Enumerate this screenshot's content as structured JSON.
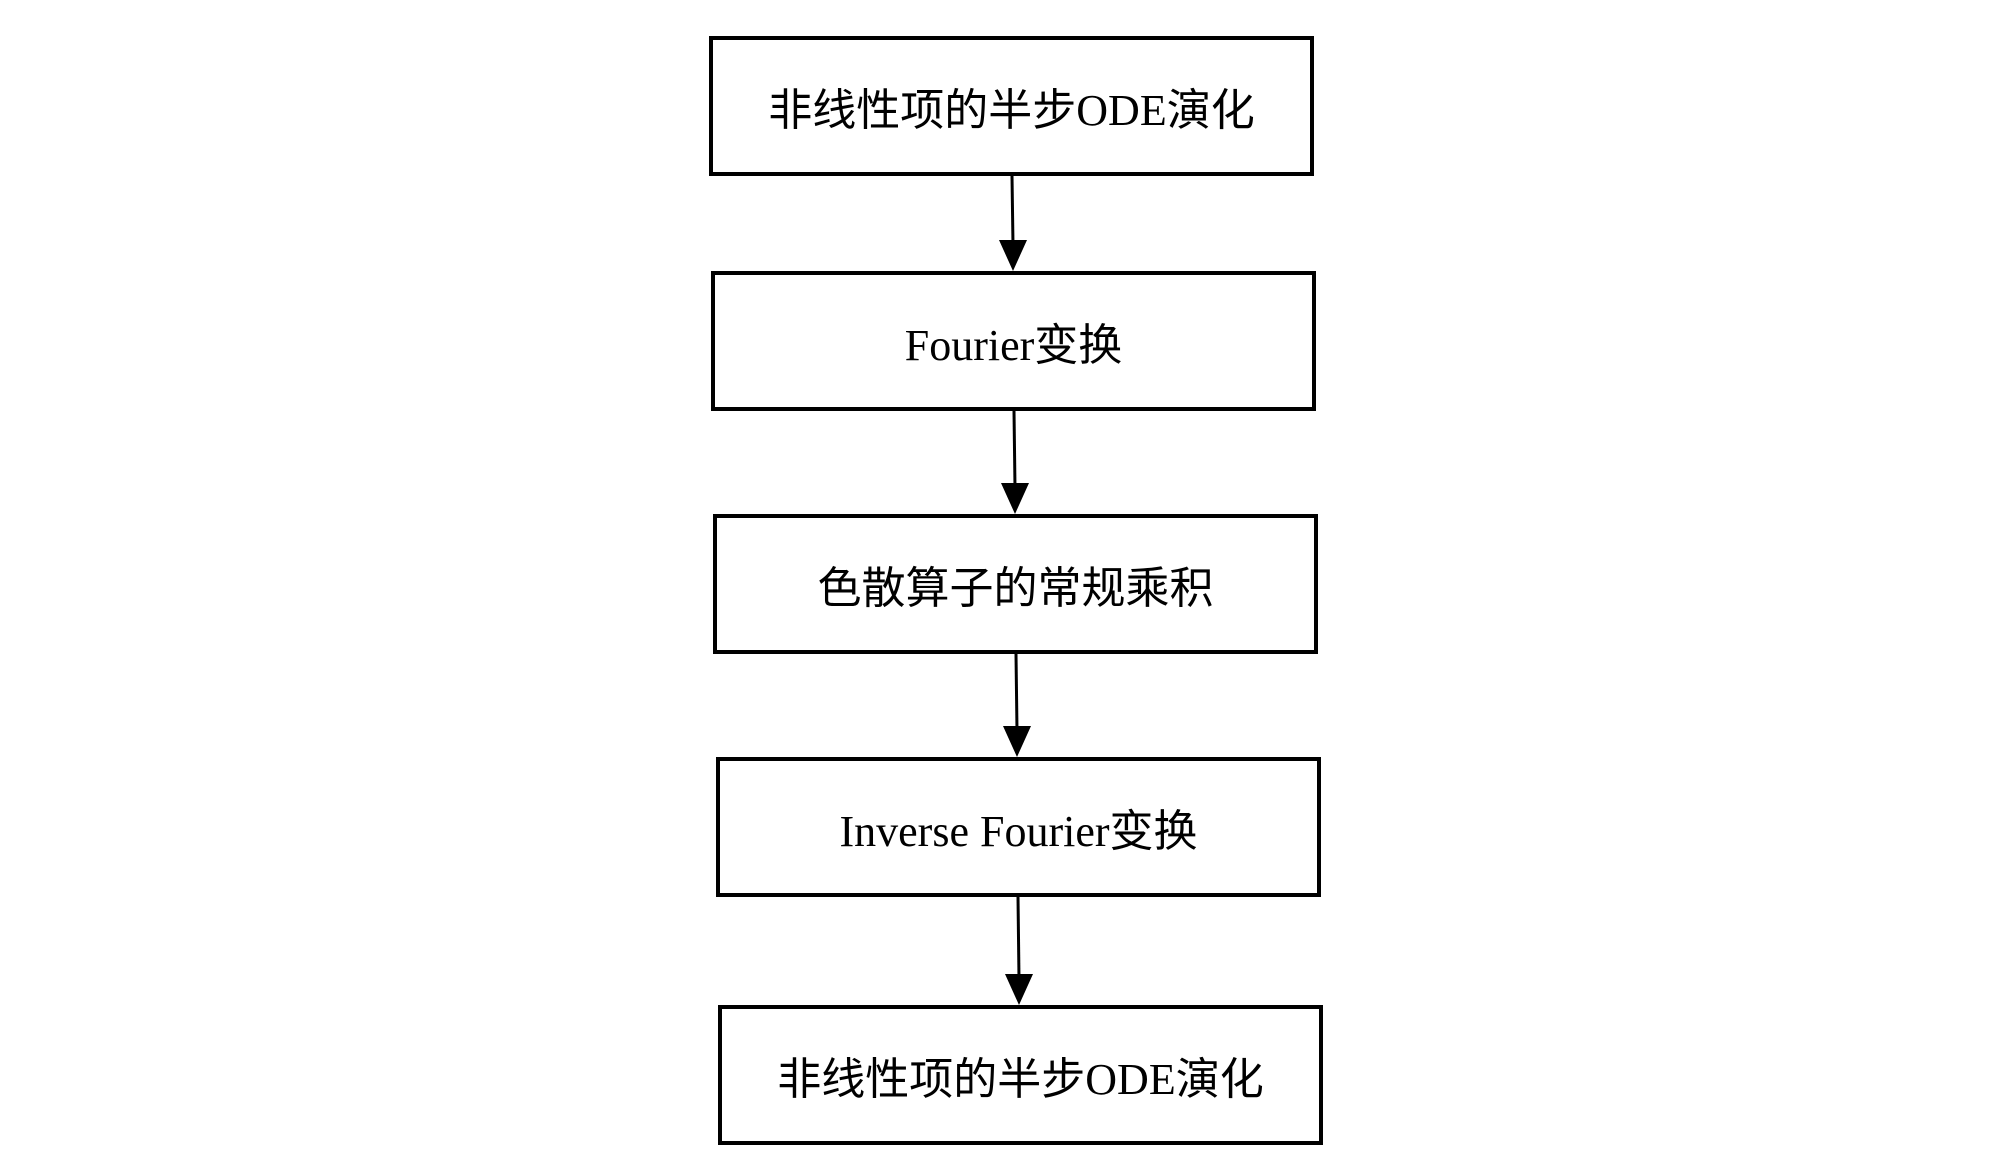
{
  "flowchart": {
    "steps": [
      {
        "label": "非线性项的半步ODE演化"
      },
      {
        "label": "Fourier变换"
      },
      {
        "label": "色散算子的常规乘积"
      },
      {
        "label": "Inverse Fourier变换"
      },
      {
        "label": "非线性项的半步ODE演化"
      }
    ]
  },
  "colors": {
    "line": "#000000",
    "background": "#ffffff"
  }
}
